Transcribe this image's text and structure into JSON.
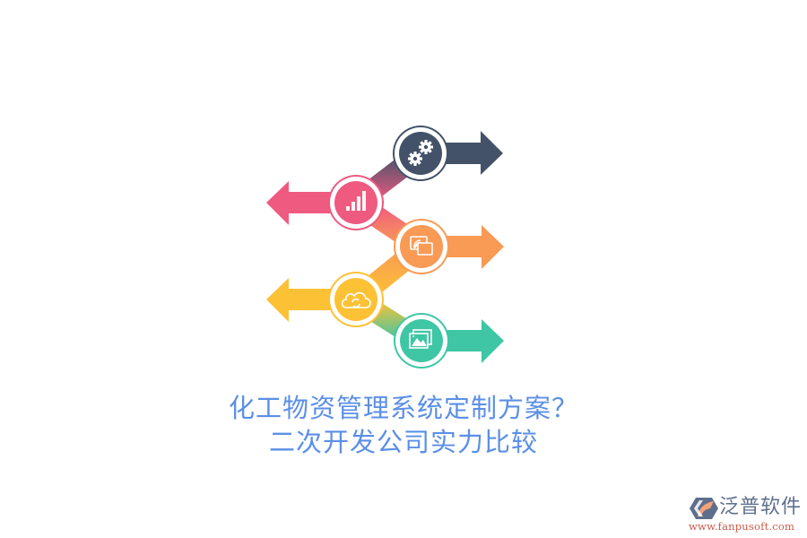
{
  "title": {
    "line1": "化工物资管理系统定制方案？",
    "line2": "二次开发公司实力比较",
    "color": "#5b8fe6"
  },
  "infographic": {
    "steps": [
      {
        "icon": "gears-icon",
        "color": "#435268",
        "direction": "right"
      },
      {
        "icon": "signal-bars-icon",
        "color": "#ef5a80",
        "direction": "left"
      },
      {
        "icon": "screen-cast-icon",
        "color": "#f99a55",
        "direction": "right"
      },
      {
        "icon": "cloud-sync-icon",
        "color": "#fdc135",
        "direction": "left"
      },
      {
        "icon": "image-gallery-icon",
        "color": "#3fc6a5",
        "direction": "right"
      }
    ]
  },
  "logo": {
    "name": "泛普软件",
    "url": "www.fanpusoft.com",
    "colors": {
      "primary": "#5e6f8c",
      "accent": "#f3a27a"
    }
  }
}
